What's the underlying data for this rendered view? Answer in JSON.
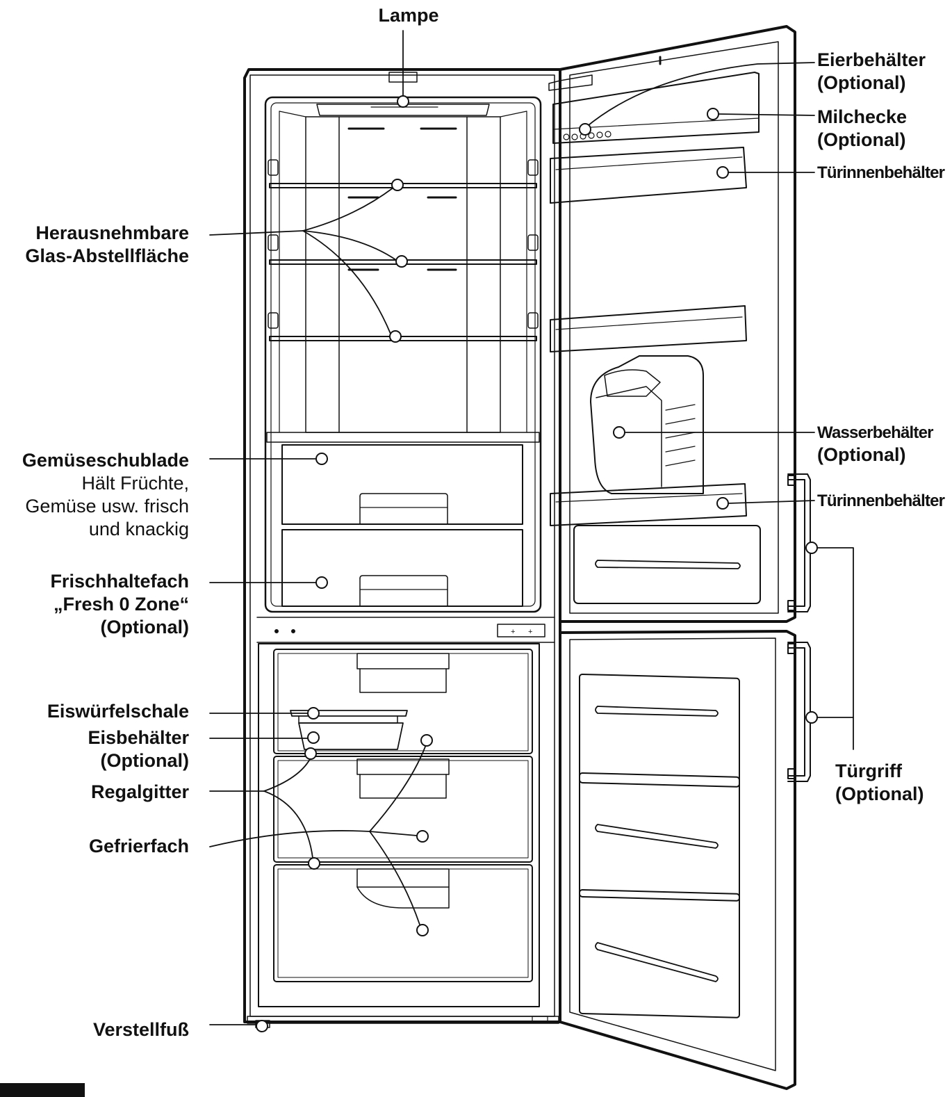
{
  "labels": {
    "lampe": "Lampe",
    "eierbehaelter": "Eierbehälter",
    "eierbehaelter_opt": "(Optional)",
    "milchecke": "Milchecke",
    "milchecke_opt": "(Optional)",
    "tuerinnen_oben": "Türinnenbehälter",
    "glas_1": "Herausnehmbare",
    "glas_2": "Glas-Abstellfläche",
    "gemuese": "Gemüseschublade",
    "gemuese_d1": "Hält Früchte,",
    "gemuese_d2": "Gemüse usw. frisch",
    "gemuese_d3": "und knackig",
    "wasser": "Wasserbehälter",
    "wasser_opt": "(Optional)",
    "tuerinnen_unten": "Türinnenbehälter",
    "frisch_1": "Frischhaltefach",
    "frisch_2": "„Fresh 0 Zone“",
    "frisch_3": "(Optional)",
    "eiswuerfel": "Eiswürfelschale",
    "eisbehaelter": "Eisbehälter",
    "eisbehaelter_opt": "(Optional)",
    "regalgitter": "Regalgitter",
    "gefrierfach": "Gefrierfach",
    "tuergriff": "Türgriff",
    "tuergriff_opt": "(Optional)",
    "verstellfuss": "Verstellfuß"
  },
  "colors": {
    "line": "#111111",
    "background": "#ffffff"
  }
}
